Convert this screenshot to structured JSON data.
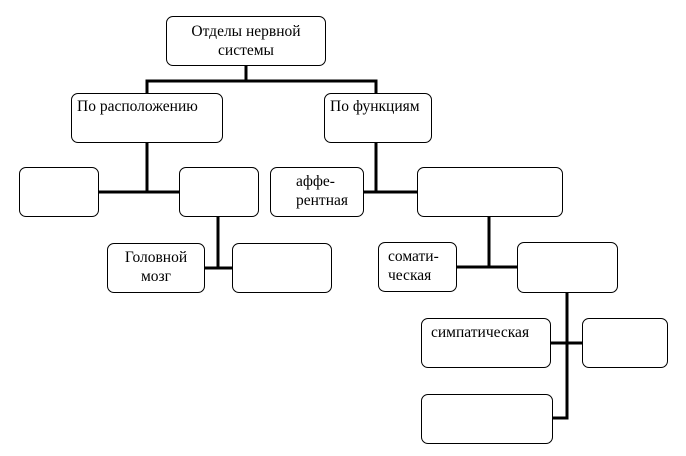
{
  "diagram": {
    "colors": {
      "line": "#000000",
      "box_border": "#000000",
      "background": "#ffffff"
    },
    "root": {
      "text": "Отделы нервной\nсистемы"
    },
    "by_location": {
      "label": "По расположению",
      "left_blank": "",
      "right_blank": "",
      "brain": "Головной\nмозг",
      "brain_sibling_blank": ""
    },
    "by_function": {
      "label": "По функциям",
      "afferent": "аффе-\nрентная",
      "efferent_blank": "",
      "somatic": "сомати-\nческая",
      "autonomic_blank": "",
      "sympathetic": "симпатическая",
      "sympathetic_sibling_blank": "",
      "bottom_blank": ""
    }
  }
}
